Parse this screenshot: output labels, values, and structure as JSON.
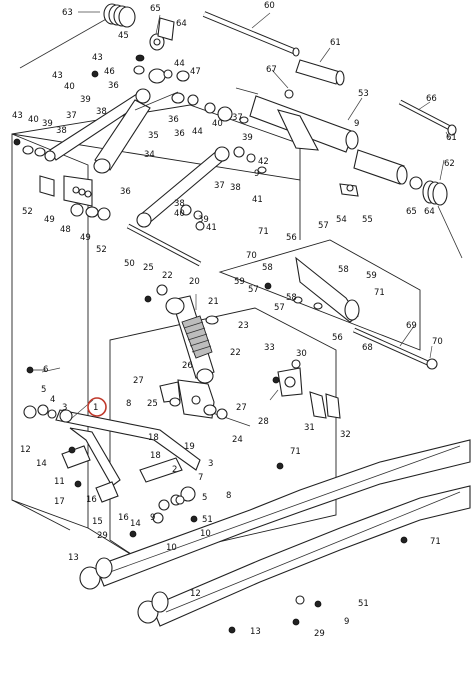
{
  "diagram": {
    "highlight": {
      "label": "1",
      "color": "#c0392b"
    },
    "callouts": {
      "c1": "1",
      "c2": "2",
      "c3": "3",
      "c4": "4",
      "c5": "5",
      "c6": "6",
      "c7": "7",
      "c8": "8",
      "c9": "9",
      "c10a": "10",
      "c10b": "10",
      "c11": "11",
      "c12a": "12",
      "c12b": "12",
      "c13a": "13",
      "c13b": "13",
      "c14a": "14",
      "c14b": "14",
      "c15": "15",
      "c16a": "16",
      "c16b": "16",
      "c17": "17",
      "c18": "18",
      "c19": "19",
      "c20": "20",
      "c21": "21",
      "c22a": "22",
      "c22b": "22",
      "c23": "23",
      "c24": "24",
      "c25a": "25",
      "c25b": "25",
      "c26": "26",
      "c27a": "27",
      "c27b": "27",
      "c28": "28",
      "c29a": "29",
      "c29b": "29",
      "c30": "30",
      "c31": "31",
      "c32": "32",
      "c33": "33",
      "c34": "34",
      "c35": "35",
      "c36a": "36",
      "c36b": "36",
      "c36c": "36",
      "c37a": "37",
      "c37b": "37",
      "c38a": "38",
      "c38b": "38",
      "c39a": "39",
      "c39b": "39",
      "c39c": "39",
      "c40a": "40",
      "c40b": "40",
      "c40c": "40",
      "c41a": "41",
      "c41b": "41",
      "c42": "42",
      "c43a": "43",
      "c43b": "43",
      "c43c": "43",
      "c44a": "44",
      "c44b": "44",
      "c45": "45",
      "c46": "46",
      "c47": "47",
      "c48": "48",
      "c49": "49",
      "c50": "50",
      "c51a": "51",
      "c51b": "51",
      "c52a": "52",
      "c52b": "52",
      "c53": "53",
      "c54": "54",
      "c55": "55",
      "c56a": "56",
      "c56b": "56",
      "c57a": "57",
      "c57b": "57",
      "c58a": "58",
      "c58b": "58",
      "c59": "59",
      "c60": "60",
      "c61a": "61",
      "c61b": "61",
      "c62": "62",
      "c63": "63",
      "c64a": "64",
      "c64b": "64",
      "c65a": "65",
      "c65b": "65",
      "c66": "66",
      "c67": "67",
      "c68": "68",
      "c69": "69",
      "c70": "70",
      "c71a": "71",
      "c71b": "71",
      "c71c": "71",
      "c71d": "71"
    }
  }
}
